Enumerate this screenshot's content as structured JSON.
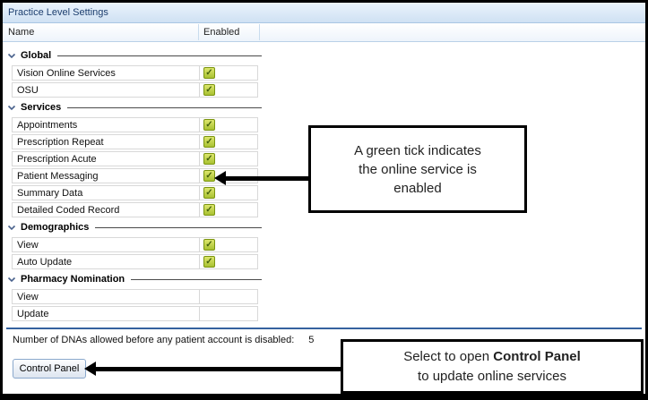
{
  "window": {
    "title": "Practice Level Settings"
  },
  "columns": {
    "name": "Name",
    "enabled": "Enabled"
  },
  "groups": [
    {
      "label": "Global",
      "items": [
        {
          "name": "Vision Online Services",
          "enabled": true
        },
        {
          "name": "OSU",
          "enabled": true
        }
      ]
    },
    {
      "label": "Services",
      "items": [
        {
          "name": "Appointments",
          "enabled": true
        },
        {
          "name": "Prescription Repeat",
          "enabled": true
        },
        {
          "name": "Prescription Acute",
          "enabled": true
        },
        {
          "name": "Patient Messaging",
          "enabled": true
        },
        {
          "name": "Summary Data",
          "enabled": true
        },
        {
          "name": "Detailed Coded Record",
          "enabled": true
        }
      ]
    },
    {
      "label": "Demographics",
      "items": [
        {
          "name": "View",
          "enabled": true
        },
        {
          "name": "Auto Update",
          "enabled": true
        }
      ]
    },
    {
      "label": "Pharmacy Nomination",
      "items": [
        {
          "name": "View",
          "enabled": false
        },
        {
          "name": "Update",
          "enabled": false
        }
      ]
    }
  ],
  "footer": {
    "dna_label": "Number of DNAs allowed before any patient account is disabled:",
    "dna_value": "5",
    "control_panel_button": "Control Panel"
  },
  "callouts": {
    "tick_note": {
      "line1": "A green tick indicates",
      "line2": "the online service is",
      "line3": "enabled"
    },
    "control_note": {
      "text_pre": "Select to open ",
      "text_bold": "Control Panel",
      "line2": "to update online services"
    }
  },
  "colors": {
    "tick_green": "#a9c132",
    "header_blue": "#cfe1f3",
    "title_text": "#1c3e6e",
    "callout_border": "#000000",
    "separator_blue": "#35629f"
  }
}
